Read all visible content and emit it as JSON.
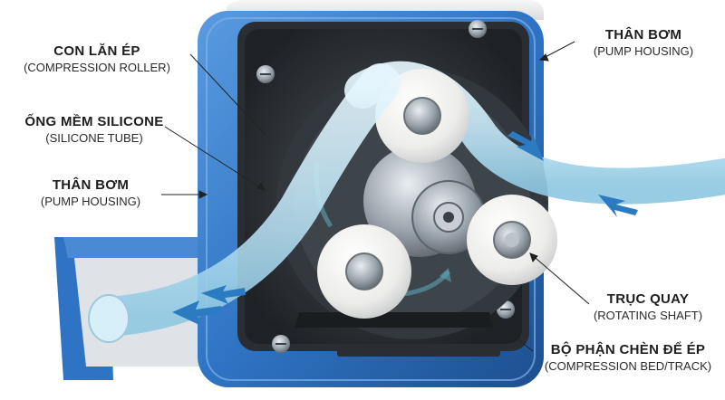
{
  "labels": {
    "roller": {
      "main": "CON LĂN ÉP",
      "sub": "(COMPRESSION ROLLER)"
    },
    "tube": {
      "main": "ỐNG MỀM SILICONE",
      "sub": "(SILICONE TUBE)"
    },
    "housing_left": {
      "main": "THÂN BƠM",
      "sub": "(PUMP HOUSING)"
    },
    "housing_right": {
      "main": "THÂN BƠM",
      "sub": "(PUMP HOUSING)"
    },
    "shaft": {
      "main": "TRỤC QUAY",
      "sub": "(ROTATING SHAFT)"
    },
    "bed": {
      "main": "BỘ PHẬN CHÈN ĐỂ ÉP",
      "sub": "(COMPRESSION BED/TRACK)"
    }
  },
  "colors": {
    "housing_blue": "#2f74c4",
    "housing_dark": "#1d4f8f",
    "interior": "#2b2f33",
    "roller_white": "#f3f3f1",
    "steel": "#9aa3ab",
    "tube": "#bfe3f3",
    "arrow": "#2a7bc1"
  }
}
